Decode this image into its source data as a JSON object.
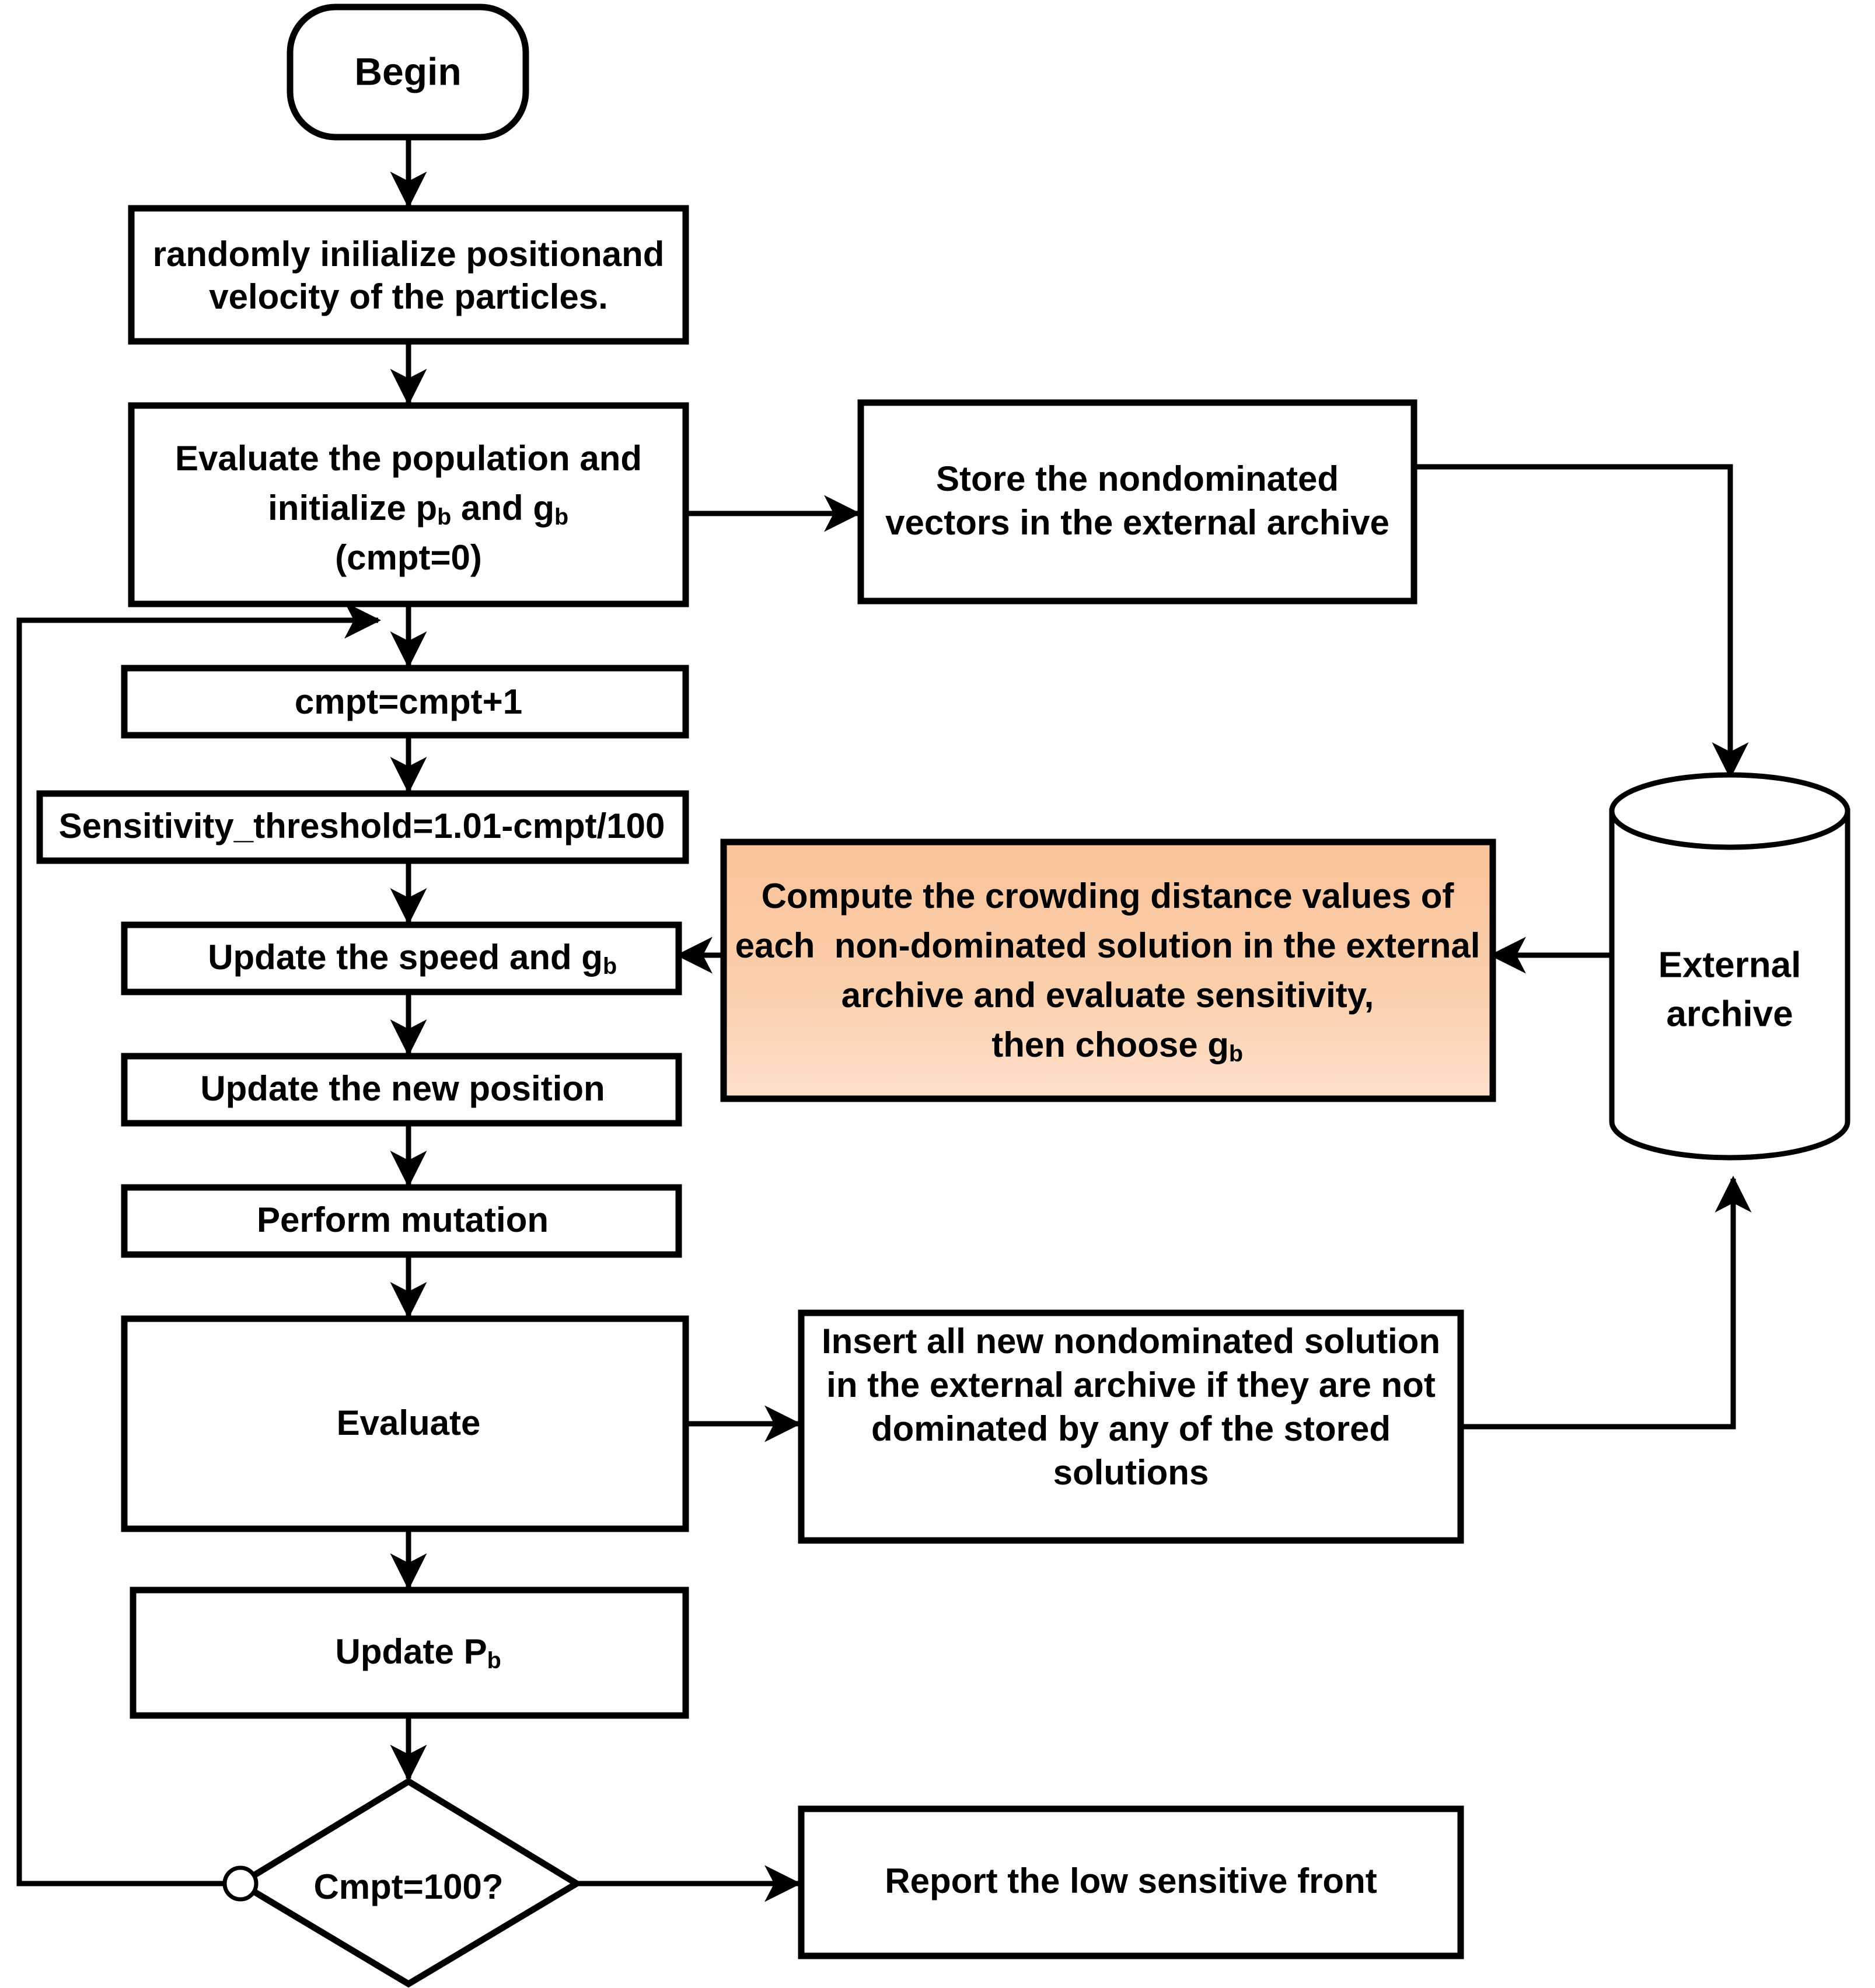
{
  "diagram": {
    "title": "MOPSO sensitivity flowchart",
    "type": "flowchart",
    "colors": {
      "stroke": "#000000",
      "node_fill": "#ffffff",
      "highlight_fill_top": "#FAC69D",
      "highlight_fill_bottom": "#FDDDC4",
      "background": "#ffffff"
    }
  },
  "nodes": {
    "begin": {
      "label": "Begin",
      "shape": "terminator"
    },
    "init": {
      "label": "randomly inilialize positionand velocity of the particles.",
      "lines": [
        "randomly inilialize positionand",
        "velocity of the particles."
      ],
      "shape": "process"
    },
    "evaluate_population": {
      "lines": [
        "Evaluate the population and",
        "initialize pₐ and gₐ",
        "(cmpt=0)"
      ],
      "line1": "Evaluate the population and",
      "line2_pre": "initialize p",
      "line2_sub1": "b",
      "line2_mid": " and g",
      "line2_sub2": "b",
      "line3": "(cmpt=0)",
      "shape": "process"
    },
    "store_nondominated": {
      "lines": [
        "Store the nondominated",
        "vectors in the external archive"
      ],
      "shape": "process"
    },
    "cmpt_increment": {
      "label": "cmpt=cmpt+1",
      "shape": "process"
    },
    "sensitivity_threshold": {
      "label": "Sensitivity_threshold=1.01-cmpt/100",
      "shape": "process"
    },
    "update_speed": {
      "pre": "Update the speed and g",
      "sub": "b",
      "label": "Update the speed and gₐ",
      "shape": "process"
    },
    "update_position": {
      "label": "Update the new position",
      "shape": "process"
    },
    "perform_mutation": {
      "label": "Perform mutation",
      "shape": "process"
    },
    "evaluate": {
      "label": "Evaluate",
      "shape": "process"
    },
    "update_pb": {
      "pre": "Update P",
      "sub": "b",
      "label": "Update Pₐ",
      "shape": "process"
    },
    "decision": {
      "label": "Cmpt=100?",
      "shape": "decision"
    },
    "report": {
      "label": "Report the low sensitive front",
      "shape": "process"
    },
    "crowding": {
      "lines": [
        "Compute the crowding distance values of",
        "each  non-dominated solution in the external",
        "archive and evaluate sensitivity,"
      ],
      "line1": "Compute the crowding distance values of",
      "line2": "each  non-dominated solution in the external",
      "line3": "archive and evaluate sensitivity,",
      "line4_pre": "then choose g",
      "line4_sub": "b",
      "shape": "process-highlight"
    },
    "insert_nondominated": {
      "lines": [
        "Insert all new nondominated solution",
        "in the external archive if they are not",
        "dominated by any of the stored",
        "solutions"
      ],
      "shape": "process"
    },
    "external_archive": {
      "lines": [
        "External",
        "archive"
      ],
      "shape": "cylinder"
    },
    "loop_connector": {
      "label": "",
      "shape": "connector-circle"
    }
  },
  "edges": [
    {
      "from": "begin",
      "to": "init"
    },
    {
      "from": "init",
      "to": "evaluate_population"
    },
    {
      "from": "evaluate_population",
      "to": "store_nondominated"
    },
    {
      "from": "evaluate_population",
      "to": "cmpt_increment"
    },
    {
      "from": "store_nondominated",
      "to": "external_archive"
    },
    {
      "from": "cmpt_increment",
      "to": "sensitivity_threshold"
    },
    {
      "from": "sensitivity_threshold",
      "to": "update_speed"
    },
    {
      "from": "crowding",
      "to": "update_speed"
    },
    {
      "from": "external_archive",
      "to": "crowding"
    },
    {
      "from": "update_speed",
      "to": "update_position"
    },
    {
      "from": "update_position",
      "to": "perform_mutation"
    },
    {
      "from": "perform_mutation",
      "to": "evaluate"
    },
    {
      "from": "evaluate",
      "to": "insert_nondominated"
    },
    {
      "from": "insert_nondominated",
      "to": "external_archive"
    },
    {
      "from": "evaluate",
      "to": "update_pb"
    },
    {
      "from": "update_pb",
      "to": "decision"
    },
    {
      "from": "decision",
      "to": "report"
    },
    {
      "from": "decision",
      "to": "cmpt_increment"
    }
  ]
}
